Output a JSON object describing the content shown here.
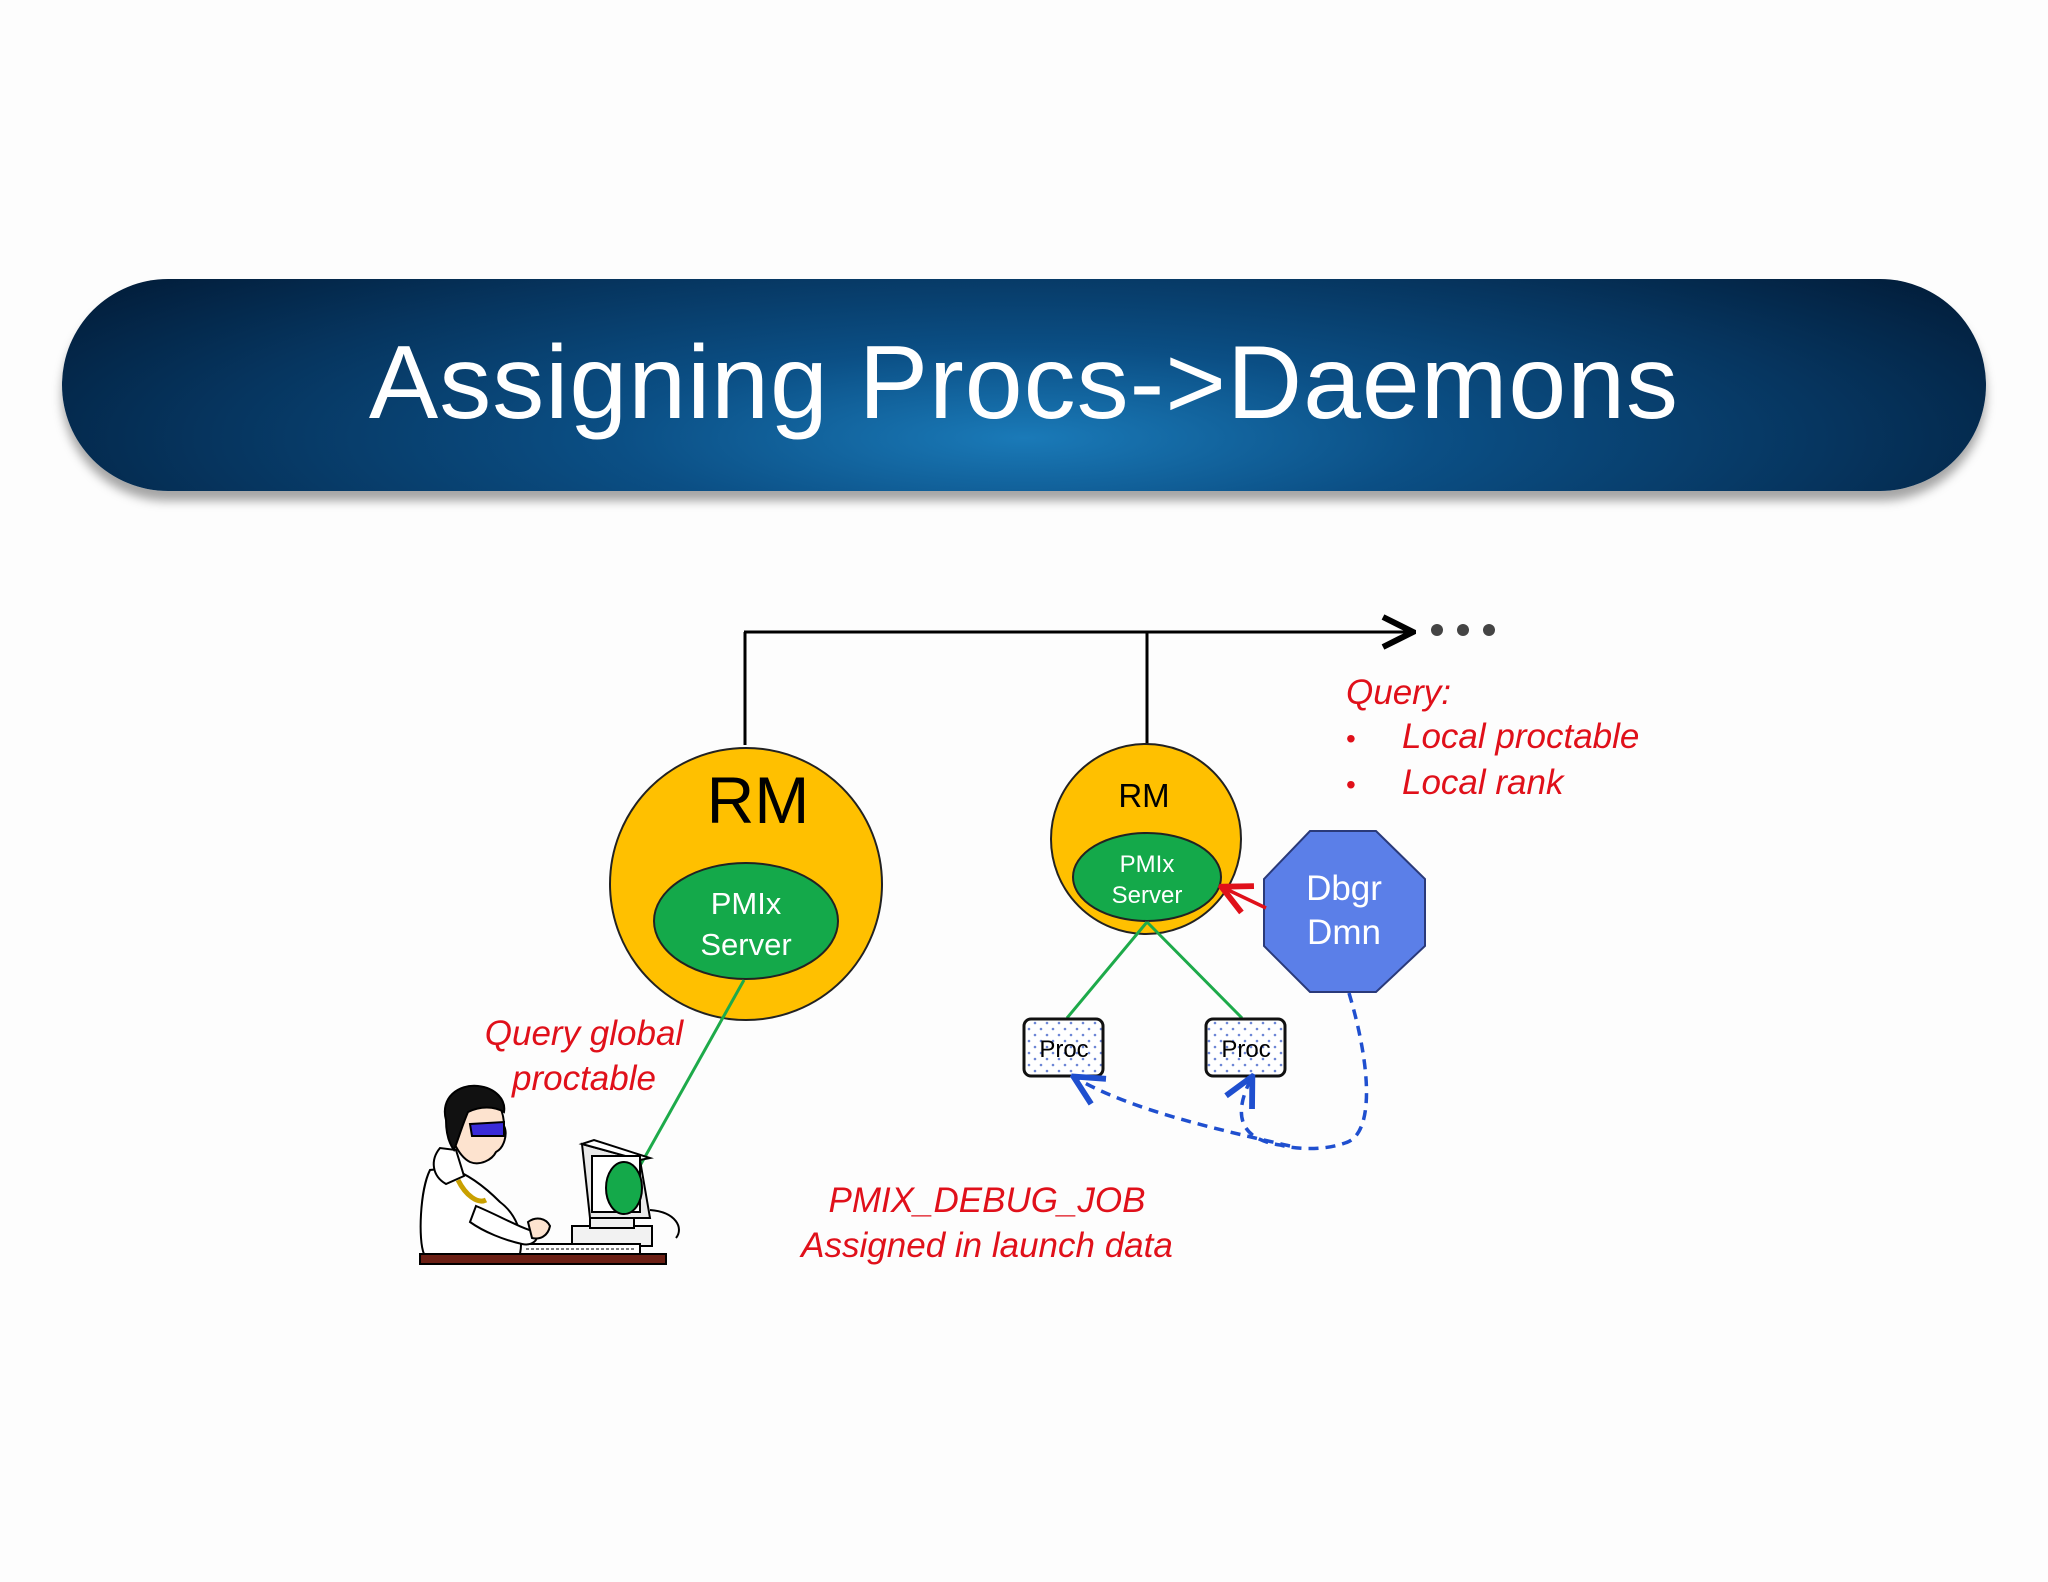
{
  "slide": {
    "title": "Assigning Procs->Daemons"
  },
  "diagram": {
    "ellipsis": "• • •",
    "left_node": {
      "rm_label": "RM",
      "server_line1": "PMIx",
      "server_line2": "Server"
    },
    "right_node": {
      "rm_label": "RM",
      "server_line1": "PMIx",
      "server_line2": "Server"
    },
    "debugger_daemon": {
      "line1": "Dbgr",
      "line2": "Dmn"
    },
    "procs": [
      "Proc",
      "Proc"
    ],
    "query_note": {
      "heading": "Query:",
      "bullets": [
        "Local proctable",
        "Local rank"
      ]
    },
    "global_query_note": {
      "line1": "Query global",
      "line2": "proctable"
    },
    "launch_note": {
      "line1": "PMIX_DEBUG_JOB",
      "line2": "Assigned in launch data"
    },
    "colors": {
      "rm_fill": "#FFC000",
      "server_fill": "#14A94A",
      "daemon_fill": "#5B7FE8",
      "note_text": "#E0101A",
      "dashed_arrow": "#1F4FCF",
      "connector": "#1DAA4A"
    }
  }
}
